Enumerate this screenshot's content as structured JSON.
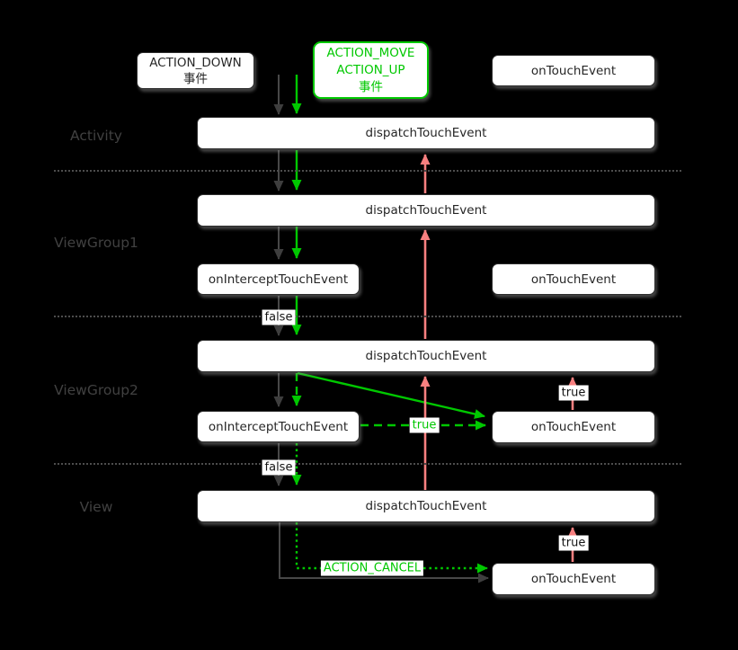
{
  "diagram": {
    "event_sources": {
      "action_down": {
        "lines": [
          "ACTION_DOWN",
          "事件"
        ]
      },
      "action_move_up": {
        "lines": [
          "ACTION_MOVE",
          "ACTION_UP",
          "事件"
        ]
      }
    },
    "lanes": [
      {
        "label": "Activity"
      },
      {
        "label": "ViewGroup1"
      },
      {
        "label": "ViewGroup2"
      },
      {
        "label": "View"
      }
    ],
    "methods": {
      "dispatch_touch_event": "dispatchTouchEvent",
      "on_intercept_touch_event": "onInterceptTouchEvent",
      "on_touch_event": "onTouchEvent"
    },
    "edge_labels": {
      "intercept_false": "false",
      "consume_true": "true",
      "action_cancel": "ACTION_CANCEL"
    },
    "colors": {
      "background": "#000000",
      "green": "#00c800",
      "pink": "#f88080",
      "gray_arrow": "#484848",
      "gray_arrowhead": "#3e3e3e",
      "lane_text": "#414141",
      "separator": "#4d4d4d",
      "box_bg": "#ffffff",
      "box_border": "#2d2d2d",
      "box_text": "#262626"
    }
  }
}
